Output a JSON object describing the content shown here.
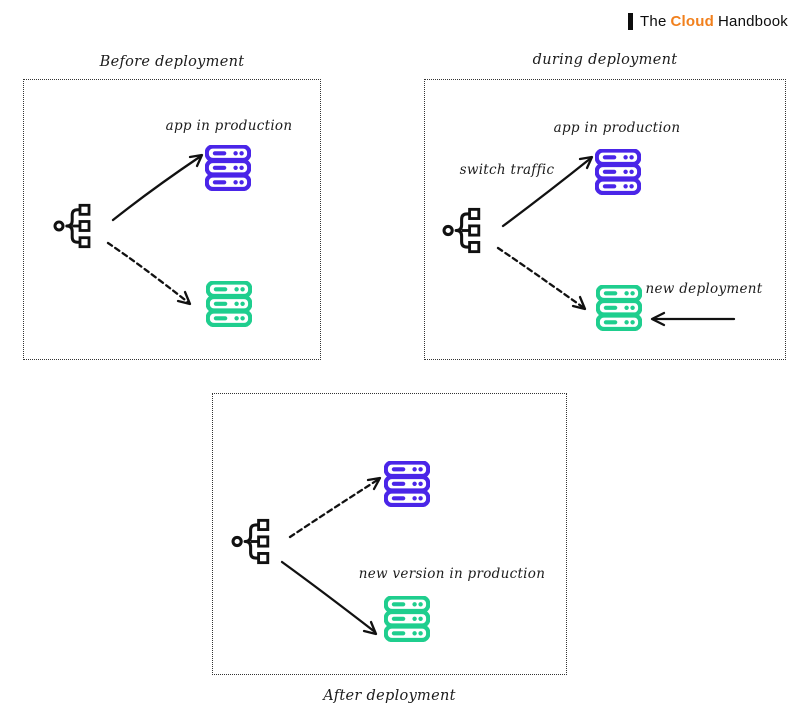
{
  "brand": {
    "prefix": "The",
    "highlight": "Cloud",
    "suffix": "Handbook"
  },
  "colors": {
    "brand_highlight": "#f1801d",
    "production_server": "#4a25e8",
    "new_version_server": "#1fce8e",
    "ink": "#111111"
  },
  "icons": {
    "load_balancer": "load-balancer-icon",
    "production_server": "server-stack-icon-purple",
    "new_server": "server-stack-icon-green"
  },
  "panels": [
    {
      "title": "Before deployment",
      "app_label": "app in production"
    },
    {
      "title": "during deployment",
      "app_label": "app in production",
      "switch_label": "switch traffic",
      "new_label": "new deployment"
    },
    {
      "title": "After deployment",
      "new_label": "new version in production"
    }
  ]
}
